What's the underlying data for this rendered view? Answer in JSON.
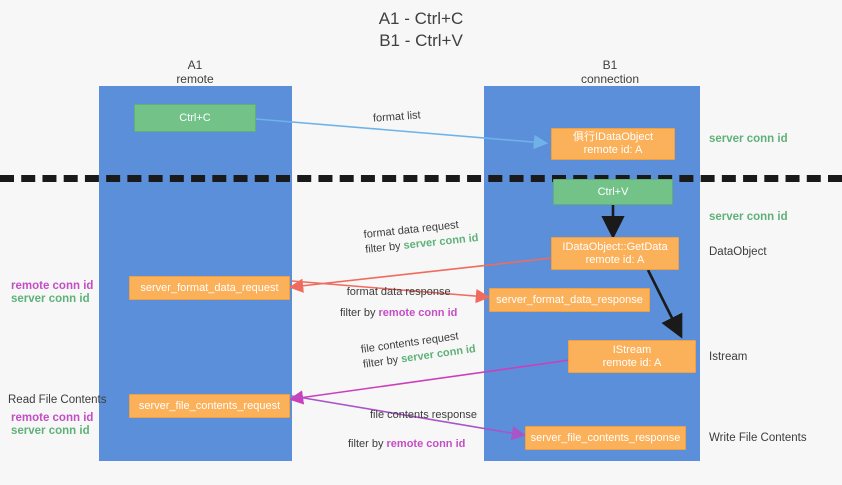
{
  "title": {
    "line1": "A1 - Ctrl+C",
    "line2": "B1 - Ctrl+V"
  },
  "lanes": [
    {
      "id": "a1",
      "name": "A1",
      "subtitle": "remote"
    },
    {
      "id": "b1",
      "name": "B1",
      "subtitle": "connection"
    }
  ],
  "boxes": {
    "ctrl_c": {
      "label": "Ctrl+C"
    },
    "ctrl_v": {
      "label": "Ctrl+V"
    },
    "idataobject": {
      "line1": "俱行IDataObject",
      "line2": "remote id: A"
    },
    "getdata": {
      "line1": "IDataObject::GetData",
      "line2": "remote id: A"
    },
    "istream": {
      "line1": "IStream",
      "line2": "remote id: A"
    },
    "format_data_request": {
      "label": "server_format_data_request"
    },
    "format_data_response": {
      "label": "server_format_data_response"
    },
    "file_contents_request": {
      "label": "server_file_contents_request"
    },
    "file_contents_response": {
      "label": "server_file_contents_response"
    }
  },
  "arrow_labels": {
    "format_list": {
      "text": "format list"
    },
    "format_data_request": {
      "line1": "format data request",
      "filter_prefix": "filter by ",
      "filter_value": "server conn id"
    },
    "format_data_response": {
      "line1": "format data response",
      "filter_prefix": "filter by ",
      "filter_value": "remote conn id"
    },
    "file_contents_request": {
      "line1": "file contents request",
      "filter_prefix": "filter by ",
      "filter_value": "server conn id"
    },
    "file_contents_response": {
      "line1": "file contents response",
      "filter_prefix": "filter by ",
      "filter_value": "remote conn id"
    }
  },
  "right_annotations": {
    "server_conn_id_top": "server conn id",
    "server_conn_id_mid": "server conn id",
    "dataobject": "DataObject",
    "istream": "Istream",
    "write_file_contents": "Write File Contents"
  },
  "left_annotations": {
    "remote_conn_id_1": "remote conn id",
    "server_conn_id_1": "server conn id",
    "read_file_contents": "Read File Contents",
    "remote_conn_id_2": "remote conn id",
    "server_conn_id_2": "server conn id"
  },
  "colors": {
    "lane": "#5b8fd9",
    "green_box": "#73c389",
    "orange_box": "#fbb05a",
    "green_text": "#5fb179",
    "purple_text": "#c44ec4",
    "arrow_blue": "#6fb2e8",
    "arrow_red": "#ef6b5e",
    "arrow_magenta": "#cc3fbb",
    "arrow_purple": "#a855c8",
    "arrow_dark": "#1a1a1a",
    "background": "#f7f7f7"
  }
}
